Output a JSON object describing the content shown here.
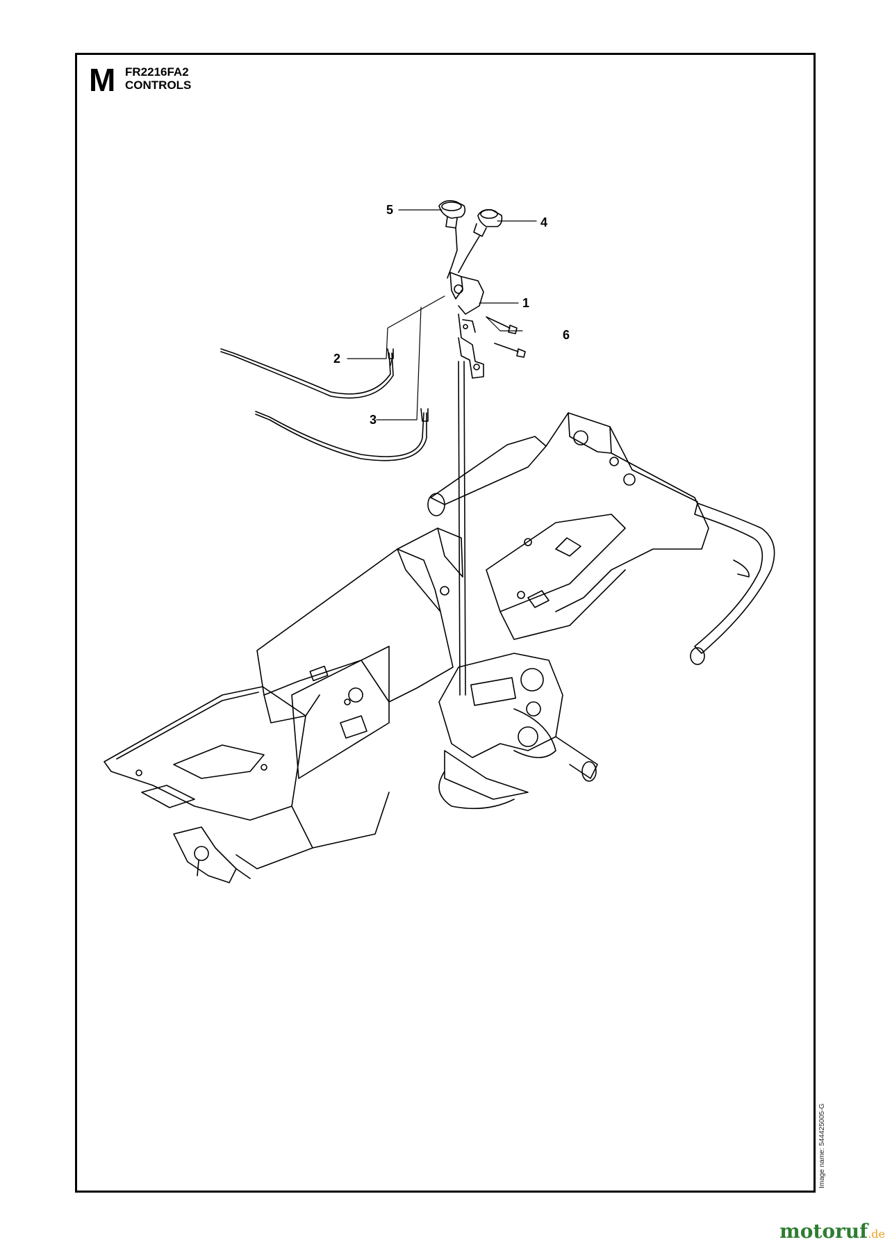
{
  "header": {
    "section_letter": "M",
    "model_code": "FR2216FA2",
    "section_title": "CONTROLS"
  },
  "callouts": [
    {
      "id": "1",
      "label": "1"
    },
    {
      "id": "2",
      "label": "2"
    },
    {
      "id": "3",
      "label": "3"
    },
    {
      "id": "4",
      "label": "4"
    },
    {
      "id": "5",
      "label": "5"
    },
    {
      "id": "6",
      "label": "6"
    }
  ],
  "image_name": "Image name: 544425005-G",
  "watermark": {
    "brand": "motoruf",
    "domain": ".de",
    "colors": {
      "brand": "#2e7d32",
      "accent": "#f0a020"
    }
  }
}
